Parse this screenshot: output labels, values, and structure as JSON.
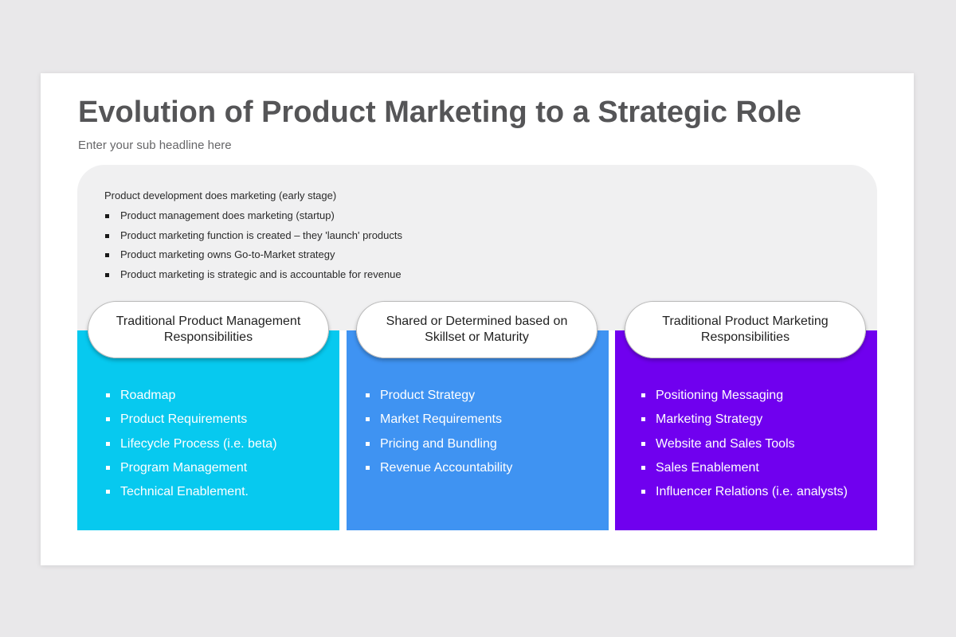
{
  "title": "Evolution of Product Marketing to a Strategic Role",
  "subtitle": "Enter your sub headline here",
  "overview": {
    "intro": "Product development does marketing (early stage)",
    "items": [
      " Product management does marketing (startup)",
      "Product marketing function is created – they 'launch' products",
      " Product marketing owns Go-to-Market strategy",
      "Product marketing is strategic and is accountable for revenue"
    ]
  },
  "columns": [
    {
      "heading": "Traditional Product Management Responsibilities",
      "color": "#07c9ef",
      "items": [
        "Roadmap",
        " Product Requirements",
        "Lifecycle Process (i.e. beta)",
        "Program Management",
        "Technical Enablement."
      ]
    },
    {
      "heading": "Shared or Determined based on Skillset or Maturity",
      "color": "#3f93f2",
      "items": [
        "Product Strategy",
        "Market Requirements",
        "Pricing and Bundling",
        "Revenue Accountability"
      ]
    },
    {
      "heading": "Traditional Product Marketing Responsibilities",
      "color": "#7000ef",
      "items": [
        "Positioning Messaging",
        " Marketing Strategy",
        " Website and Sales Tools",
        " Sales Enablement",
        " Influencer Relations (i.e. analysts)"
      ]
    }
  ]
}
